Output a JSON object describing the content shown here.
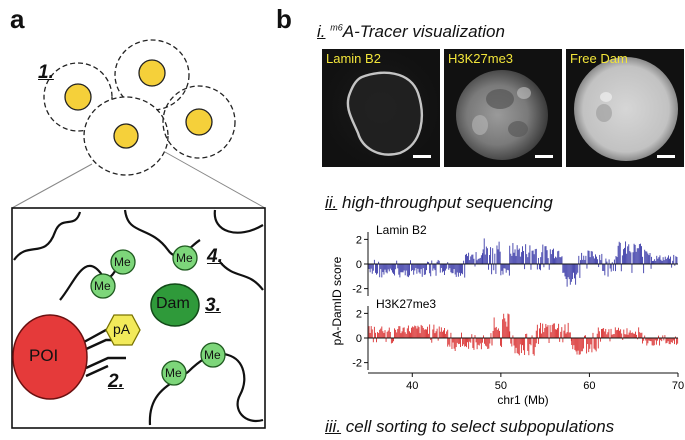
{
  "panel_a": {
    "letter": "a",
    "step1": "1.",
    "step2": "2.",
    "step3": "3.",
    "step4": "4.",
    "poi": "POI",
    "pa": "pA",
    "dam": "Dam",
    "me": "Me"
  },
  "panel_b": {
    "letter": "b",
    "section1": {
      "num": "i.",
      "sup": "m6",
      "text": "A-Tracer visualization"
    },
    "section2": {
      "num": "ii.",
      "text": "high-throughput sequencing"
    },
    "section3": {
      "num": "iii.",
      "text": "cell sorting to select subpopulations"
    },
    "micrographs": [
      {
        "label": "Lamin B2"
      },
      {
        "label": "H3K27me3"
      },
      {
        "label": "Free Dam"
      }
    ]
  },
  "colors": {
    "nucleus_yellow": "#f5d03a",
    "poi_red": "#e53a3a",
    "dam_green": "#2f9a3a",
    "me_green": "#7dd67a",
    "pa_yellow": "#f2ea5a",
    "lamin_series": "#3a3aa8",
    "h3k27_series": "#d93030"
  },
  "chart_data": {
    "type": "bar",
    "xlabel": "chr1 (Mb)",
    "ylabel": "pA-DamID score",
    "xlim": [
      35,
      70
    ],
    "x_ticks": [
      "40",
      "50",
      "60",
      "70"
    ],
    "series": [
      {
        "name": "Lamin B2",
        "ylim": [
          -2.6,
          2.6
        ],
        "y_ticks": [
          "2",
          "0",
          "-2"
        ],
        "segments": [
          {
            "x0": 35.0,
            "x1": 46.0,
            "level": -0.9
          },
          {
            "x0": 46.0,
            "x1": 48.0,
            "level": 0.8
          },
          {
            "x0": 48.0,
            "x1": 50.0,
            "level": 1.8
          },
          {
            "x0": 50.0,
            "x1": 51.0,
            "level": -0.8
          },
          {
            "x0": 51.0,
            "x1": 54.5,
            "level": 1.4
          },
          {
            "x0": 54.5,
            "x1": 57.0,
            "level": 1.3
          },
          {
            "x0": 57.0,
            "x1": 59.0,
            "level": -1.6
          },
          {
            "x0": 59.0,
            "x1": 61.5,
            "level": 0.9
          },
          {
            "x0": 61.5,
            "x1": 63.0,
            "level": -1.0
          },
          {
            "x0": 63.0,
            "x1": 67.0,
            "level": 1.5
          },
          {
            "x0": 67.0,
            "x1": 70.0,
            "level": 0.6
          }
        ]
      },
      {
        "name": "H3K27me3",
        "ylim": [
          -2.6,
          2.6
        ],
        "y_ticks": [
          "2",
          "0",
          "-2"
        ],
        "segments": [
          {
            "x0": 35.0,
            "x1": 44.0,
            "level": 0.9
          },
          {
            "x0": 44.0,
            "x1": 46.0,
            "level": -0.9
          },
          {
            "x0": 46.0,
            "x1": 49.0,
            "level": -0.8
          },
          {
            "x0": 49.0,
            "x1": 51.0,
            "level": 1.6
          },
          {
            "x0": 51.0,
            "x1": 54.0,
            "level": -1.2
          },
          {
            "x0": 54.0,
            "x1": 58.0,
            "level": 1.0
          },
          {
            "x0": 58.0,
            "x1": 61.0,
            "level": -1.1
          },
          {
            "x0": 61.0,
            "x1": 66.0,
            "level": 0.7
          },
          {
            "x0": 66.0,
            "x1": 70.0,
            "level": -0.5
          }
        ]
      }
    ]
  }
}
